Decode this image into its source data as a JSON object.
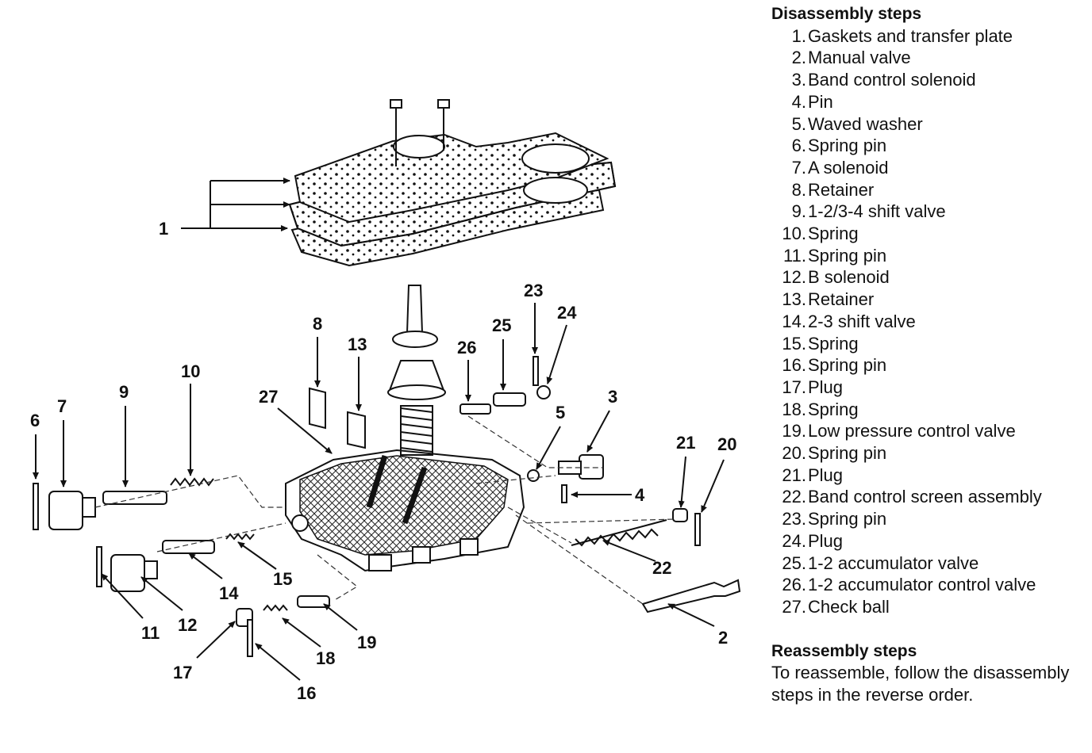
{
  "legend": {
    "disassembly_heading": "Disassembly steps",
    "steps": [
      {
        "n": "1.",
        "t": "Gaskets and transfer plate"
      },
      {
        "n": "2.",
        "t": "Manual valve"
      },
      {
        "n": "3.",
        "t": "Band control solenoid"
      },
      {
        "n": "4.",
        "t": "Pin"
      },
      {
        "n": "5.",
        "t": "Waved washer"
      },
      {
        "n": "6.",
        "t": "Spring pin"
      },
      {
        "n": "7.",
        "t": "A solenoid"
      },
      {
        "n": "8.",
        "t": "Retainer"
      },
      {
        "n": "9.",
        "t": "1-2/3-4 shift valve"
      },
      {
        "n": "10.",
        "t": "Spring"
      },
      {
        "n": "11.",
        "t": "Spring pin"
      },
      {
        "n": "12.",
        "t": "B solenoid"
      },
      {
        "n": "13.",
        "t": "Retainer"
      },
      {
        "n": "14.",
        "t": "2-3 shift valve"
      },
      {
        "n": "15.",
        "t": "Spring"
      },
      {
        "n": "16.",
        "t": "Spring pin"
      },
      {
        "n": "17.",
        "t": "Plug"
      },
      {
        "n": "18.",
        "t": "Spring"
      },
      {
        "n": "19.",
        "t": "Low pressure control valve"
      },
      {
        "n": "20.",
        "t": "Spring pin"
      },
      {
        "n": "21.",
        "t": "Plug"
      },
      {
        "n": "22.",
        "t": "Band control screen assembly"
      },
      {
        "n": "23.",
        "t": "Spring pin"
      },
      {
        "n": "24.",
        "t": "Plug"
      },
      {
        "n": "25.",
        "t": "1-2 accumulator valve"
      },
      {
        "n": "26.",
        "t": "1-2 accumulator control valve"
      },
      {
        "n": "27.",
        "t": "Check ball"
      }
    ],
    "reassembly_heading": "Reassembly steps",
    "reassembly_text": "To reassemble, follow the disassembly steps in the reverse order."
  },
  "callouts": {
    "c1": "1",
    "c2": "2",
    "c3": "3",
    "c4": "4",
    "c5": "5",
    "c6": "6",
    "c7": "7",
    "c8": "8",
    "c9": "9",
    "c10": "10",
    "c11": "11",
    "c12": "12",
    "c13": "13",
    "c14": "14",
    "c15": "15",
    "c16": "16",
    "c17": "17",
    "c18": "18",
    "c19": "19",
    "c20": "20",
    "c21": "21",
    "c22": "22",
    "c23": "23",
    "c24": "24",
    "c25": "25",
    "c26": "26",
    "c27": "27"
  }
}
